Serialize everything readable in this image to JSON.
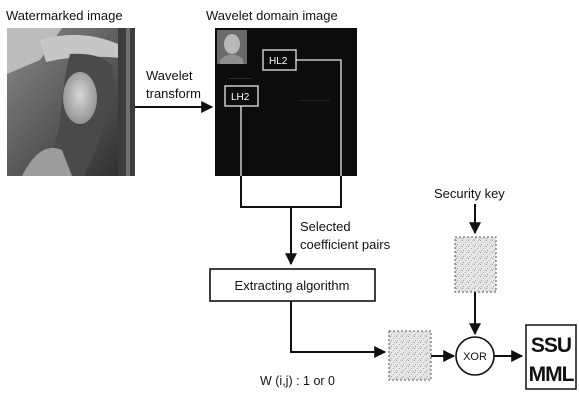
{
  "labels": {
    "watermarked_image": "Watermarked image",
    "wavelet_domain_image": "Wavelet domain image",
    "wavelet": "Wavelet",
    "transform": "transform",
    "hl2": "HL2",
    "lh2": "LH2",
    "selected": "Selected",
    "coefficient_pairs": "coefficient pairs",
    "security_key": "Security key",
    "extracting_algorithm": "Extracting algorithm",
    "w_value": "W (i,j) : 1 or 0",
    "xor": "XOR",
    "logo_line1": "SSU",
    "logo_line2": "MML"
  },
  "colors": {
    "line": "#111111",
    "wavelet_background": "#0c0c0c",
    "noise_pattern": "#d9d9d9"
  }
}
